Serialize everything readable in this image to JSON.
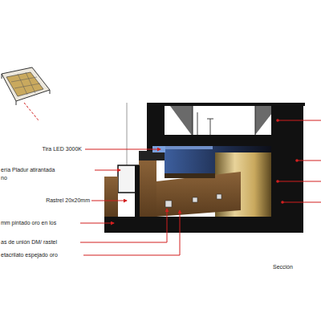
{
  "diagram": {
    "labels": [
      "Tira LED 3000K",
      "ería Pladur atirantada",
      "no",
      "Rastrel 20x20mm",
      "mm pintado oro en los",
      "as de unión DM/ rastel",
      "etacrilato espejado oro",
      "Sección"
    ]
  }
}
